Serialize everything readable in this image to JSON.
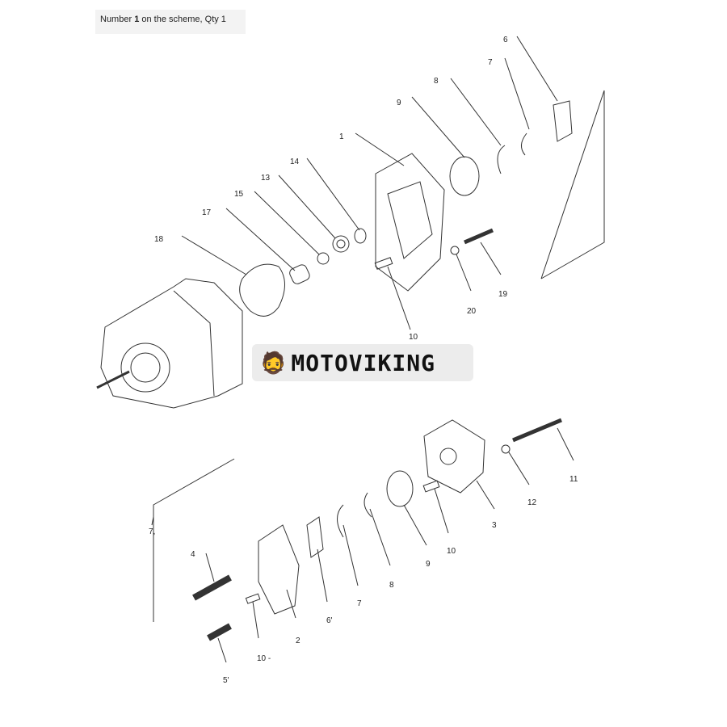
{
  "caption": {
    "prefix": "Number ",
    "number": "1",
    "suffix": " on the scheme, Qty 1"
  },
  "logo": {
    "text": "MOTOVIKING",
    "icon": "viking-mascot-icon"
  },
  "callouts": [
    "6",
    "7",
    "8",
    "9",
    "1",
    "14",
    "13",
    "15",
    "17",
    "18",
    "19",
    "20",
    "10",
    "11",
    "12",
    "3",
    "10",
    "9",
    "8",
    "7",
    "6'",
    "2",
    "10 -",
    "4",
    "5'",
    "7,"
  ],
  "colors": {
    "line": "#333333",
    "logo_bg": "#ececec"
  }
}
